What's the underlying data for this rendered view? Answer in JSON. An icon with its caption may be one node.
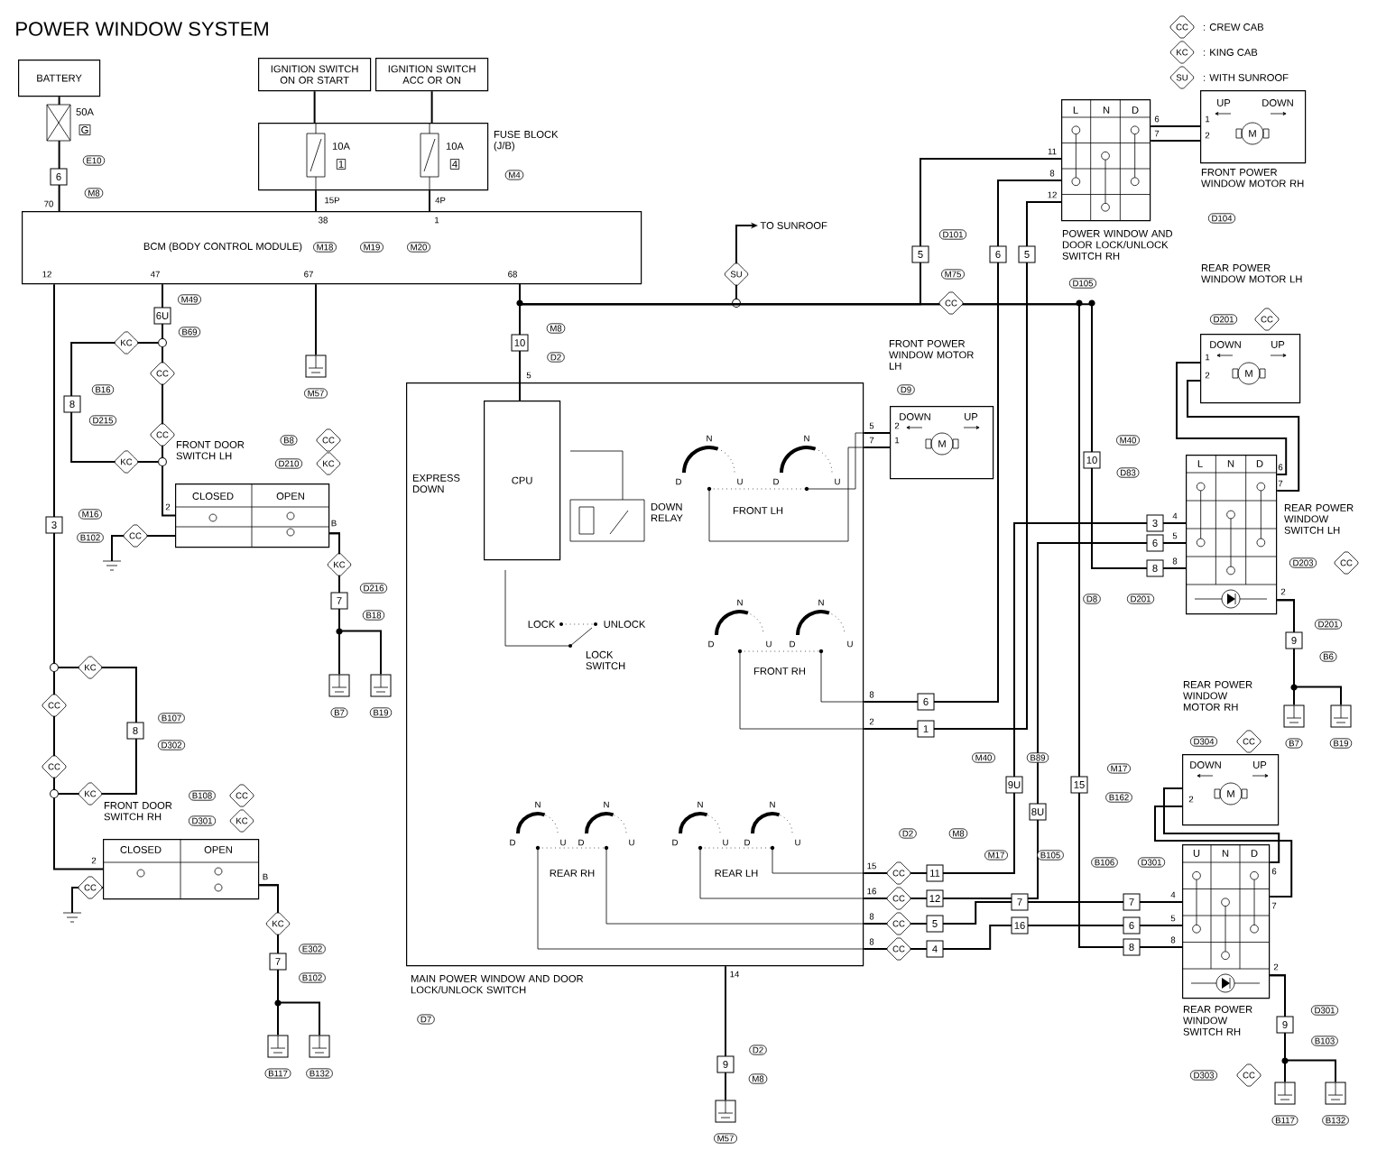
{
  "diagram": {
    "title": "POWER WINDOW SYSTEM",
    "nodes": [
      {
        "text": [
          "BATTERY"
        ]
      },
      {
        "text": [
          "IGNITION SWITCH ON OR START"
        ]
      },
      {
        "text": [
          "IGNITION SWITCH ACC OR ON"
        ]
      },
      {
        "text": [
          "FUSE BLOCK (J/B)"
        ]
      },
      {
        "text": [
          "BCM (BODY CONTROL MODULE)"
        ]
      },
      {
        "text": [
          "FRONT DOOR SWITCH LH",
          "CLOSED",
          "OPEN"
        ]
      },
      {
        "text": [
          "FRONT DOOR SWITCH RH",
          "CLOSED",
          "OPEN"
        ]
      },
      {
        "text": [
          "MAIN POWER WINDOW AND DOOR LOCK/UNLOCK SWITCH"
        ],
        "beside": [
          "D7"
        ]
      },
      {
        "text": [
          "CPU"
        ],
        "in": 7
      },
      {
        "text": [
          "FRONT POWER WINDOW MOTOR LH",
          "DOWN",
          "UP",
          "M"
        ],
        "beside": [
          "D9"
        ]
      },
      {
        "text": [
          "L",
          "N",
          "D",
          "POWER WINDOW AND DOOR LOCK/UNLOCK SWITCH RH",
          "D105"
        ]
      },
      {
        "text": [
          "UP",
          "DOWN",
          "M",
          "FRONT POWER WINDOW MOTOR RH"
        ],
        "beside": [
          "D104"
        ]
      },
      {
        "text": [
          "REAR POWER WINDOW MOTOR LH",
          "DOWN",
          "UP",
          "M"
        ],
        "beside": [
          "D201",
          "CC"
        ]
      },
      {
        "text": [
          "L",
          "N",
          "D",
          "REAR POWER WINDOW SWITCH LH"
        ],
        "beside": [
          "D203",
          "CC"
        ]
      },
      {
        "text": [
          "REAR POWER WINDOW MOTOR RH",
          "DOWN",
          "UP",
          "M"
        ],
        "beside": [
          "D304",
          "CC"
        ]
      },
      {
        "text": [
          "U",
          "N",
          "D",
          "REAR POWER WINDOW SWITCH RH"
        ],
        "beside": [
          "D303",
          "CC"
        ]
      },
      {
        "text": [
          "TO SUNROOF"
        ]
      },
      {
        "text": [
          "M57"
        ]
      },
      {
        "text": [
          "B7"
        ]
      },
      {
        "text": [
          "B19"
        ]
      },
      {
        "text": [
          "B117"
        ]
      },
      {
        "text": [
          "B132"
        ]
      },
      {
        "text": [
          "M57"
        ]
      },
      {
        "text": [
          "B7"
        ]
      },
      {
        "text": [
          "B19"
        ]
      },
      {
        "text": [
          "B117"
        ]
      },
      {
        "text": [
          "B132"
        ]
      },
      {
        "text": [],
        "shape": "circle"
      },
      {
        "text": [],
        "shape": "circle"
      },
      {
        "text": [],
        "shape": "circle"
      },
      {
        "text": [],
        "shape": "circle"
      },
      {
        "text": [],
        "shape": "circle"
      }
    ],
    "edges": [
      {
        "from": 0,
        "to": 4,
        "arrow": "none"
      },
      {
        "from": 1,
        "to": 3,
        "arrow": "none"
      },
      {
        "from": 2,
        "to": 3,
        "arrow": "none"
      },
      {
        "from": 3,
        "to": 4,
        "arrow": "none"
      },
      {
        "from": 3,
        "to": 4,
        "arrow": "none"
      },
      {
        "from": 4,
        "to": 29,
        "arrow": "none"
      },
      {
        "from": 4,
        "to": 27,
        "arrow": "none"
      },
      {
        "from": 4,
        "to": 17,
        "arrow": "none"
      },
      {
        "from": 4,
        "to": 8,
        "arrow": "none"
      },
      {
        "from": 31,
        "to": 16,
        "arrow": "to"
      },
      {
        "from": 4,
        "to": 10,
        "arrow": "none"
      },
      {
        "from": 4,
        "to": 13,
        "arrow": "none"
      },
      {
        "from": 4,
        "to": 15,
        "arrow": "none"
      },
      {
        "from": 7,
        "to": 9,
        "arrow": "none"
      },
      {
        "from": 7,
        "to": 9,
        "arrow": "none"
      },
      {
        "from": 7,
        "to": 10,
        "arrow": "none"
      },
      {
        "from": 7,
        "to": 10,
        "arrow": "none"
      },
      {
        "from": 7,
        "to": 13,
        "arrow": "none"
      },
      {
        "from": 7,
        "to": 13,
        "arrow": "none"
      },
      {
        "from": 7,
        "to": 15,
        "arrow": "none"
      },
      {
        "from": 7,
        "to": 15,
        "arrow": "none"
      },
      {
        "from": 7,
        "to": 22,
        "arrow": "none"
      },
      {
        "from": 10,
        "to": 11,
        "arrow": "none"
      },
      {
        "from": 10,
        "to": 11,
        "arrow": "none"
      },
      {
        "from": 13,
        "to": 12,
        "arrow": "none"
      },
      {
        "from": 13,
        "to": 12,
        "arrow": "none"
      },
      {
        "from": 15,
        "to": 14,
        "arrow": "none"
      },
      {
        "from": 15,
        "to": 14,
        "arrow": "none"
      },
      {
        "from": 5,
        "to": 18,
        "arrow": "none"
      },
      {
        "from": 5,
        "to": 19,
        "arrow": "none"
      },
      {
        "from": 6,
        "to": 20,
        "arrow": "none"
      },
      {
        "from": 6,
        "to": 21,
        "arrow": "none"
      },
      {
        "from": 13,
        "to": 23,
        "arrow": "none"
      },
      {
        "from": 13,
        "to": 24,
        "arrow": "none"
      },
      {
        "from": 15,
        "to": 25,
        "arrow": "none"
      },
      {
        "from": 15,
        "to": 26,
        "arrow": "none"
      },
      {
        "from": 29,
        "to": 30,
        "arrow": "none"
      },
      {
        "from": 30,
        "to": 6,
        "arrow": "none"
      },
      {
        "from": 29,
        "to": 30,
        "arrow": "none"
      },
      {
        "from": 27,
        "to": 28,
        "arrow": "none"
      },
      {
        "from": 28,
        "to": 5,
        "arrow": "none"
      },
      {
        "from": 27,
        "to": 28,
        "arrow": "none"
      }
    ],
    "labels": [
      "CC",
      "KC",
      "SU",
      "50A",
      "G",
      "E10",
      "6",
      "M8",
      "70",
      "10A",
      "1",
      "10A",
      "4",
      "15P",
      "4P",
      "M4",
      "38",
      "1",
      "M18",
      "M19",
      "M20",
      "12",
      "47",
      "67",
      "68",
      "M49",
      "6U",
      "B69",
      "KC",
      "CC",
      "8",
      "B16",
      "D215",
      "CC",
      "KC",
      "B8",
      "CC",
      "D210",
      "KC",
      "2",
      "CC",
      "B",
      "KC",
      "7",
      "D216",
      "B18",
      "M16",
      "3",
      "B102",
      "KC",
      "CC",
      "8",
      "B107",
      "D302",
      "CC",
      "KC",
      "B108",
      "CC",
      "D301",
      "KC",
      "2",
      "CC",
      "B",
      "KC",
      "7",
      "E302",
      "B102",
      "M8",
      "10",
      "D2",
      "5",
      "EXPRESS DOWN",
      "DOWN RELAY",
      "FRONT LH",
      "LOCK",
      "UNLOCK",
      "LOCK SWITCH",
      "FRONT RH",
      "REAR RH",
      "REAR LH",
      "8",
      "2",
      "6",
      "1",
      "D2",
      "M8",
      "15",
      "16",
      "8",
      "8",
      "CC",
      "CC",
      "CC",
      "CC",
      "11",
      "12",
      "5",
      "4",
      "M40",
      "B89",
      "9U",
      "8U",
      "15",
      "M17",
      "B162",
      "M17",
      "B105",
      "7",
      "16",
      "B106",
      "D301",
      "7",
      "6",
      "8",
      "4",
      "5",
      "8",
      "6",
      "7",
      "2",
      "M40",
      "D83",
      "10",
      "3",
      "6",
      "8",
      "4",
      "5",
      "8",
      "6",
      "7",
      "2",
      "D8",
      "D201",
      "D201",
      "9",
      "B6",
      "D301",
      "9",
      "B103",
      "6",
      "7",
      "11",
      "8",
      "12",
      "1",
      "2",
      "D101",
      "5",
      "M75",
      "6",
      "5",
      "CC",
      "SU",
      "5",
      "2",
      "7",
      "1",
      "1",
      "2",
      "2",
      "14",
      "9",
      "D2",
      "M8",
      "N",
      "D",
      "U",
      "N",
      "D",
      "U",
      "N",
      "D",
      "U",
      "N",
      "D",
      "U",
      "N",
      "D",
      "U",
      "N",
      "D",
      "U",
      "N",
      "D",
      "U",
      "N",
      "D",
      "U"
    ],
    "legend": [
      {
        "text": ": CREW CAB"
      },
      {
        "text": ": KING CAB"
      },
      {
        "text": ": WITH SUNROOF"
      }
    ]
  }
}
